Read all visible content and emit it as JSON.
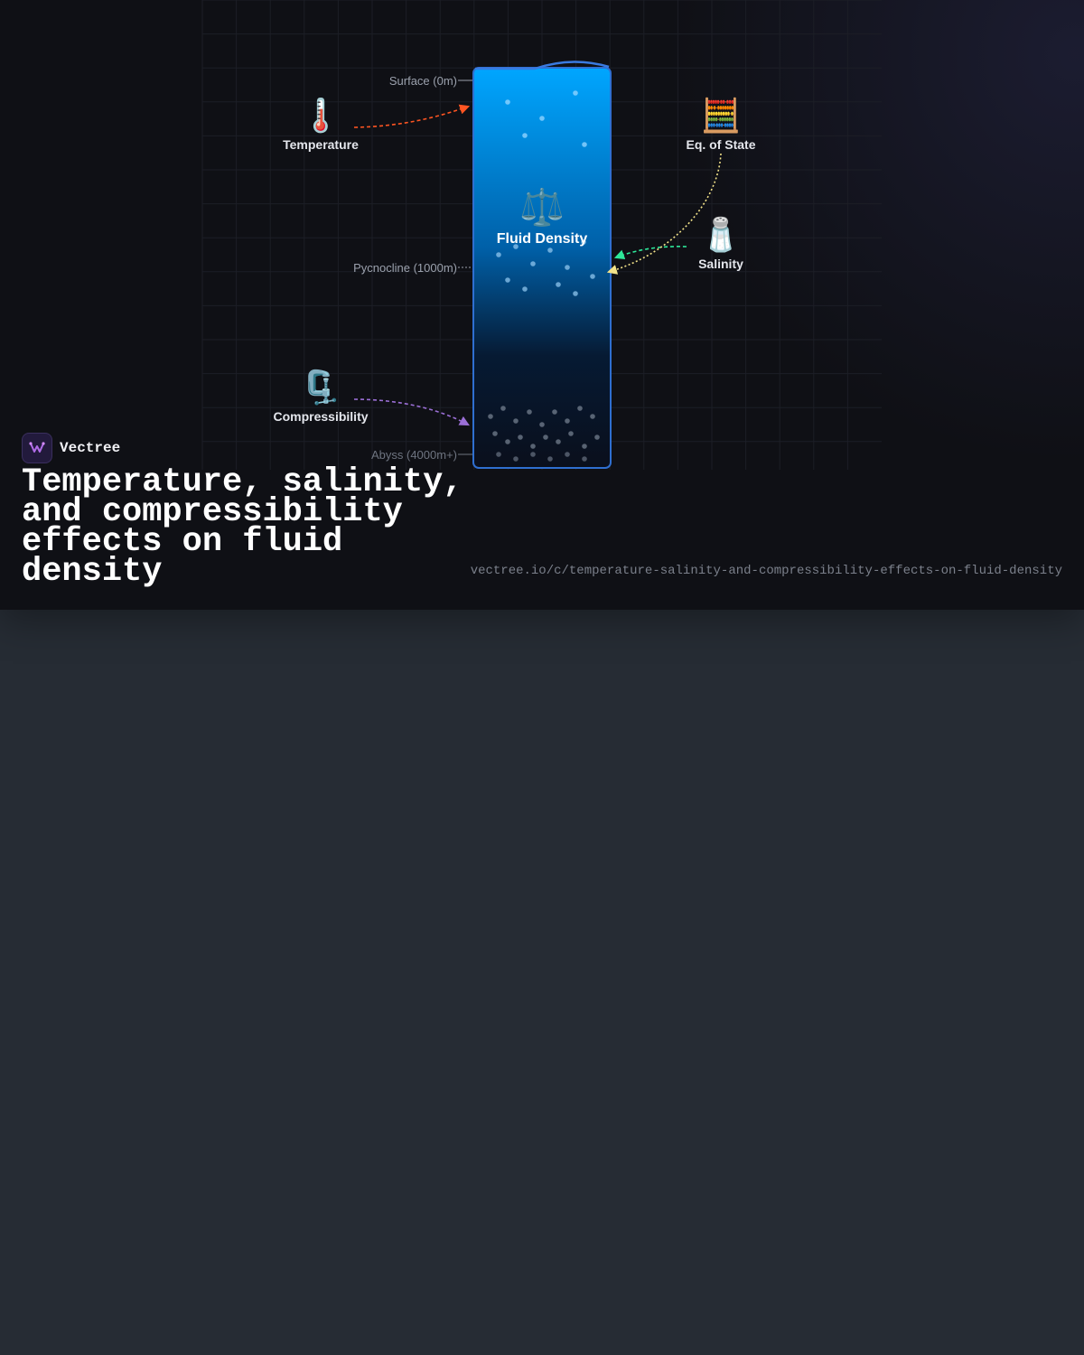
{
  "brand": {
    "name": "Vectree"
  },
  "title": "Temperature, salinity, and compressibility effects on fluid density",
  "url": "vectree.io/c/temperature-salinity-and-compressibility-effects-on-fluid-density",
  "diagram": {
    "center": {
      "label": "Fluid Density",
      "icon": "balance-scale-icon",
      "glyph": "⚖️"
    },
    "depth_markers": [
      {
        "label": "Surface (0m)"
      },
      {
        "label": "Pycnocline (1000m)"
      },
      {
        "label": "Abyss (4000m+)"
      }
    ],
    "factors": [
      {
        "key": "temperature",
        "label": "Temperature",
        "icon": "thermometer-icon",
        "glyph": "🌡️",
        "color": "#ff5522"
      },
      {
        "key": "eq_of_state",
        "label": "Eq. of State",
        "icon": "abacus-icon",
        "glyph": "🧮",
        "color": "#f3e38a"
      },
      {
        "key": "salinity",
        "label": "Salinity",
        "icon": "salt-shaker-icon",
        "glyph": "🧂",
        "color": "#2ee89a"
      },
      {
        "key": "compressibility",
        "label": "Compressibility",
        "icon": "clamp-icon",
        "glyph": "🗜️",
        "color": "#9b6fd6"
      }
    ],
    "colors": {
      "surface_water": "#00a6ff",
      "deep_water": "#0a0f1c",
      "column_border": "#2f6fd0"
    }
  }
}
